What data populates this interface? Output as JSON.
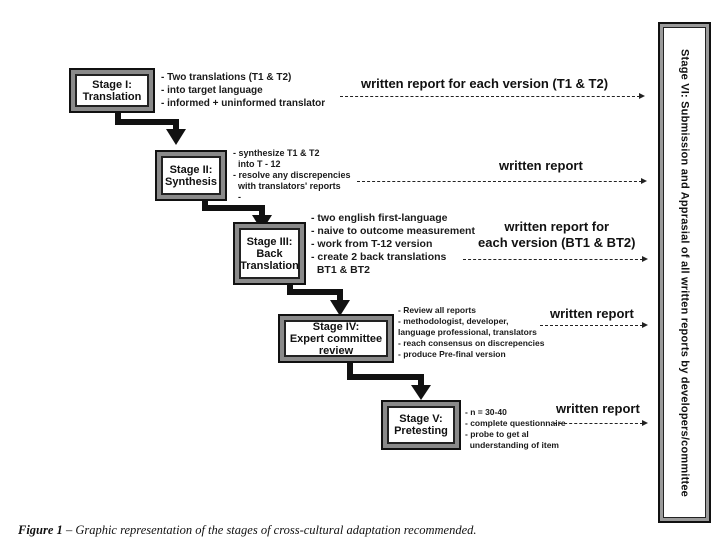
{
  "stages": [
    {
      "label": "Stage I:\nTranslation",
      "bullets": [
        "- Two translations (T1 & T2)",
        "- into target language",
        "- informed + uninformed translator"
      ]
    },
    {
      "label": "Stage II:\nSynthesis",
      "bullets": [
        "- synthesize T1 & T2",
        "  into T - 12",
        "- resolve any discrepencies",
        "  with translators' reports",
        "  -"
      ]
    },
    {
      "label": "Stage III:\nBack\nTranslation",
      "bullets": [
        "- two english first-language",
        "- naive to outcome measurement",
        "- work from T-12 version",
        "- create 2 back translations",
        "  BT1 & BT2"
      ]
    },
    {
      "label": "Stage IV:\nExpert committee\nreview",
      "bullets": [
        "- Review all reports",
        "- methodologist, developer,",
        "language professional, translators",
        "- reach consensus on discrepencies",
        "- produce Pre-final version"
      ]
    },
    {
      "label": "Stage V:\nPretesting",
      "bullets": [
        "- n = 30-40",
        "- complete questionnaire",
        "- probe to get al",
        "  understanding of item"
      ]
    }
  ],
  "reports": [
    "written report for each version (T1 & T2)",
    "written report",
    "written report for\neach version (BT1 & BT2)",
    "written report",
    "written report"
  ],
  "stage6_label": "Stage VI: Submission and Apprasial of all written reports by developers/committee",
  "caption": {
    "figure": "Figure 1",
    "text": " – Graphic representation of the stages of cross-cultural adaptation recommended."
  }
}
